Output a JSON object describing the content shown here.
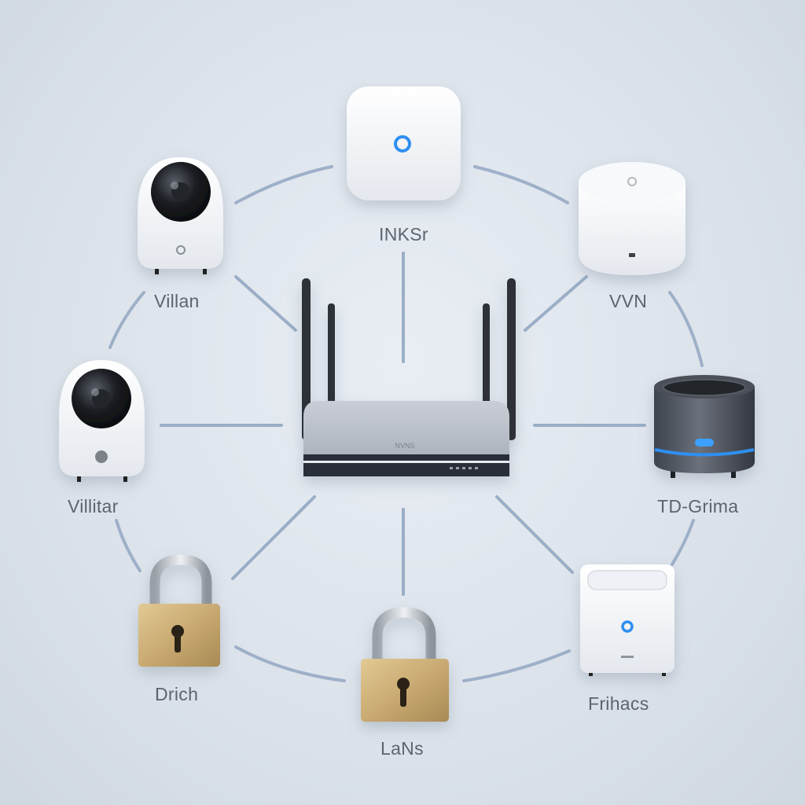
{
  "devices": [
    {
      "id": "hub",
      "kind": "hub",
      "label": "INKSr"
    },
    {
      "id": "camera-top-left",
      "kind": "camera",
      "label": "Villan"
    },
    {
      "id": "speaker-top-right",
      "kind": "speaker",
      "label": "VVN"
    },
    {
      "id": "camera-left",
      "kind": "camera",
      "label": "Villitar"
    },
    {
      "id": "speaker-right",
      "kind": "speaker",
      "label": "TD-Grima"
    },
    {
      "id": "lock-bottom-left",
      "kind": "padlock",
      "label": "Drich"
    },
    {
      "id": "lock-bottom",
      "kind": "padlock",
      "label": "LaNs"
    },
    {
      "id": "cube-bottom-right",
      "kind": "cube",
      "label": "Frihacs"
    }
  ],
  "router": {
    "brand_text": "NVNS"
  },
  "colors": {
    "connector": "#8ea3bf",
    "accent_blue": "#2f8ff0",
    "device_white": "#fbfcfd",
    "lock_brass": "#c9aa72",
    "router_dark": "#3a3f4a"
  }
}
